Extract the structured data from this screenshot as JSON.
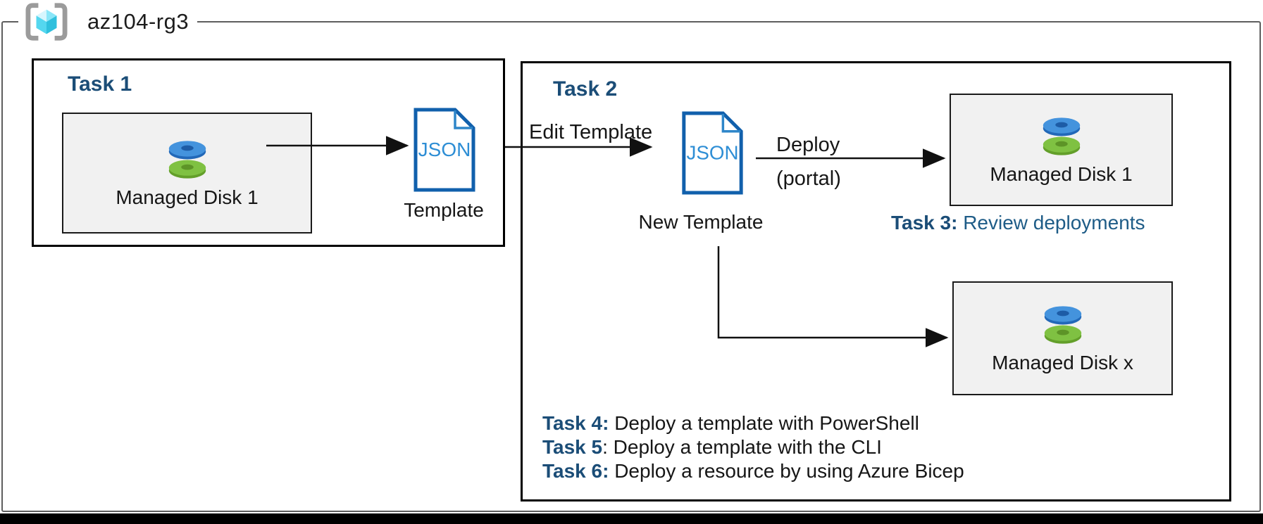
{
  "resource_group": {
    "name": "az104-rg3"
  },
  "task1": {
    "title": "Task 1",
    "disk_label": "Managed Disk 1"
  },
  "template": {
    "file_type": "JSON",
    "label": "Template"
  },
  "task2": {
    "title": "Task 2",
    "edit_arrow_label": "Edit Template",
    "new_template": {
      "file_type": "JSON",
      "label": "New Template"
    },
    "deploy_label_line1": "Deploy",
    "deploy_label_line2": "(portal)",
    "managed_disk_1_label": "Managed Disk 1",
    "managed_disk_x_label": "Managed Disk x",
    "task3_prefix": "Task 3:",
    "task3_text": " Review deployments",
    "tasks": [
      {
        "prefix": "Task 4:",
        "text": " Deploy a template with PowerShell"
      },
      {
        "prefix": "Task 5",
        "text": ": Deploy a template with the CLI"
      },
      {
        "prefix": "Task 6:",
        "text": " Deploy a resource by using Azure Bicep"
      }
    ]
  },
  "colors": {
    "heading_blue": "#1b4d77",
    "task3_blue": "#1e5c87",
    "json_border_blue": "#1160ac",
    "json_text_blue": "#2e8ed5",
    "box_fill_gray": "#f1f1f1"
  }
}
